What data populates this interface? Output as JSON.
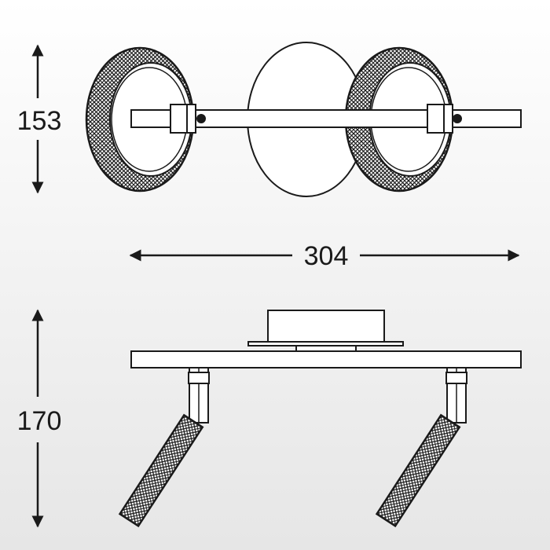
{
  "dimensions": {
    "height_top": "153",
    "width": "304",
    "height_side": "170"
  },
  "colors": {
    "line": "#1a1a1a",
    "fill": "#ffffff",
    "crystal": "#2a2a2a"
  }
}
